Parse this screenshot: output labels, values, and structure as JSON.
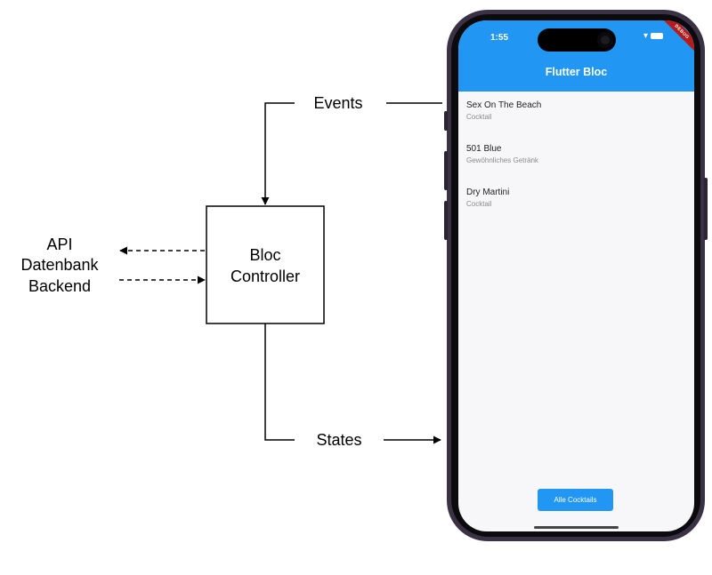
{
  "diagram": {
    "events_label": "Events",
    "states_label": "States",
    "controller_line1": "Bloc",
    "controller_line2": "Controller",
    "external_line1": "API",
    "external_line2": "Datenbank",
    "external_line3": "Backend"
  },
  "phone": {
    "status_time": "1:55",
    "debug_banner": "DEBUG",
    "app_title": "Flutter Bloc",
    "items": [
      {
        "title": "Sex On The Beach",
        "subtitle": "Cocktail"
      },
      {
        "title": "501 Blue",
        "subtitle": "Gewöhnliches Getränk"
      },
      {
        "title": "Dry Martini",
        "subtitle": "Cocktail"
      }
    ],
    "button_label": "Alle Cocktails"
  },
  "colors": {
    "appbar": "#2196f3",
    "button": "#2196f3",
    "frame": "#3a3145"
  }
}
